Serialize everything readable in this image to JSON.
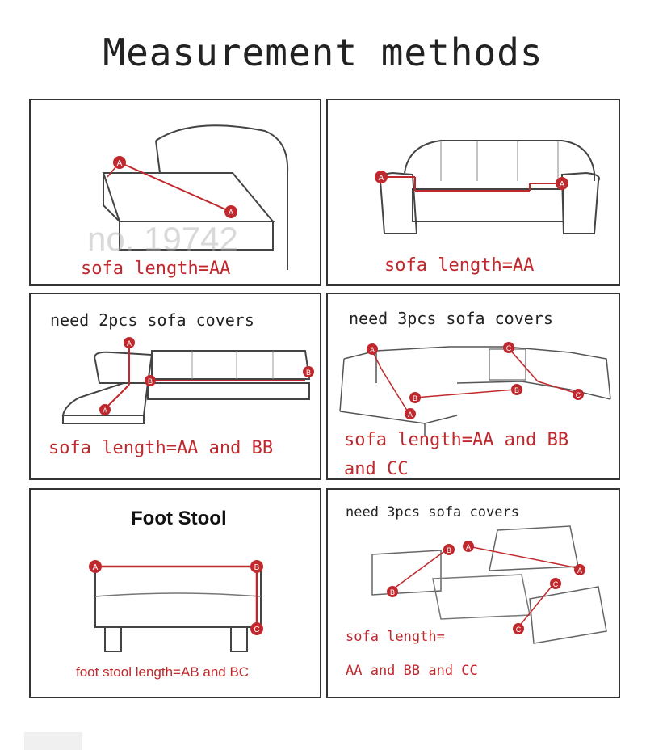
{
  "page": {
    "title": "Measurement methods",
    "watermark": "no. 19742"
  },
  "panels": {
    "p1": {
      "caption": "sofa length=AA"
    },
    "p2": {
      "caption": "sofa length=AA"
    },
    "p3": {
      "heading": "need 2pcs sofa covers",
      "caption": "sofa length=AA and BB"
    },
    "p4": {
      "heading": "need 3pcs sofa covers",
      "caption_line1": "sofa length=AA and BB",
      "caption_line2": "and CC"
    },
    "p5": {
      "heading": "Foot Stool",
      "caption": "foot stool length=AB and BC"
    },
    "p6": {
      "heading": "need 3pcs sofa covers",
      "caption_line1": "sofa length=",
      "caption_line2": "AA and BB and CC"
    }
  },
  "markers": {
    "a": "A",
    "b": "B",
    "c": "C"
  },
  "colors": {
    "accent": "#c0282d",
    "line": "#333333",
    "text": "#222222"
  }
}
